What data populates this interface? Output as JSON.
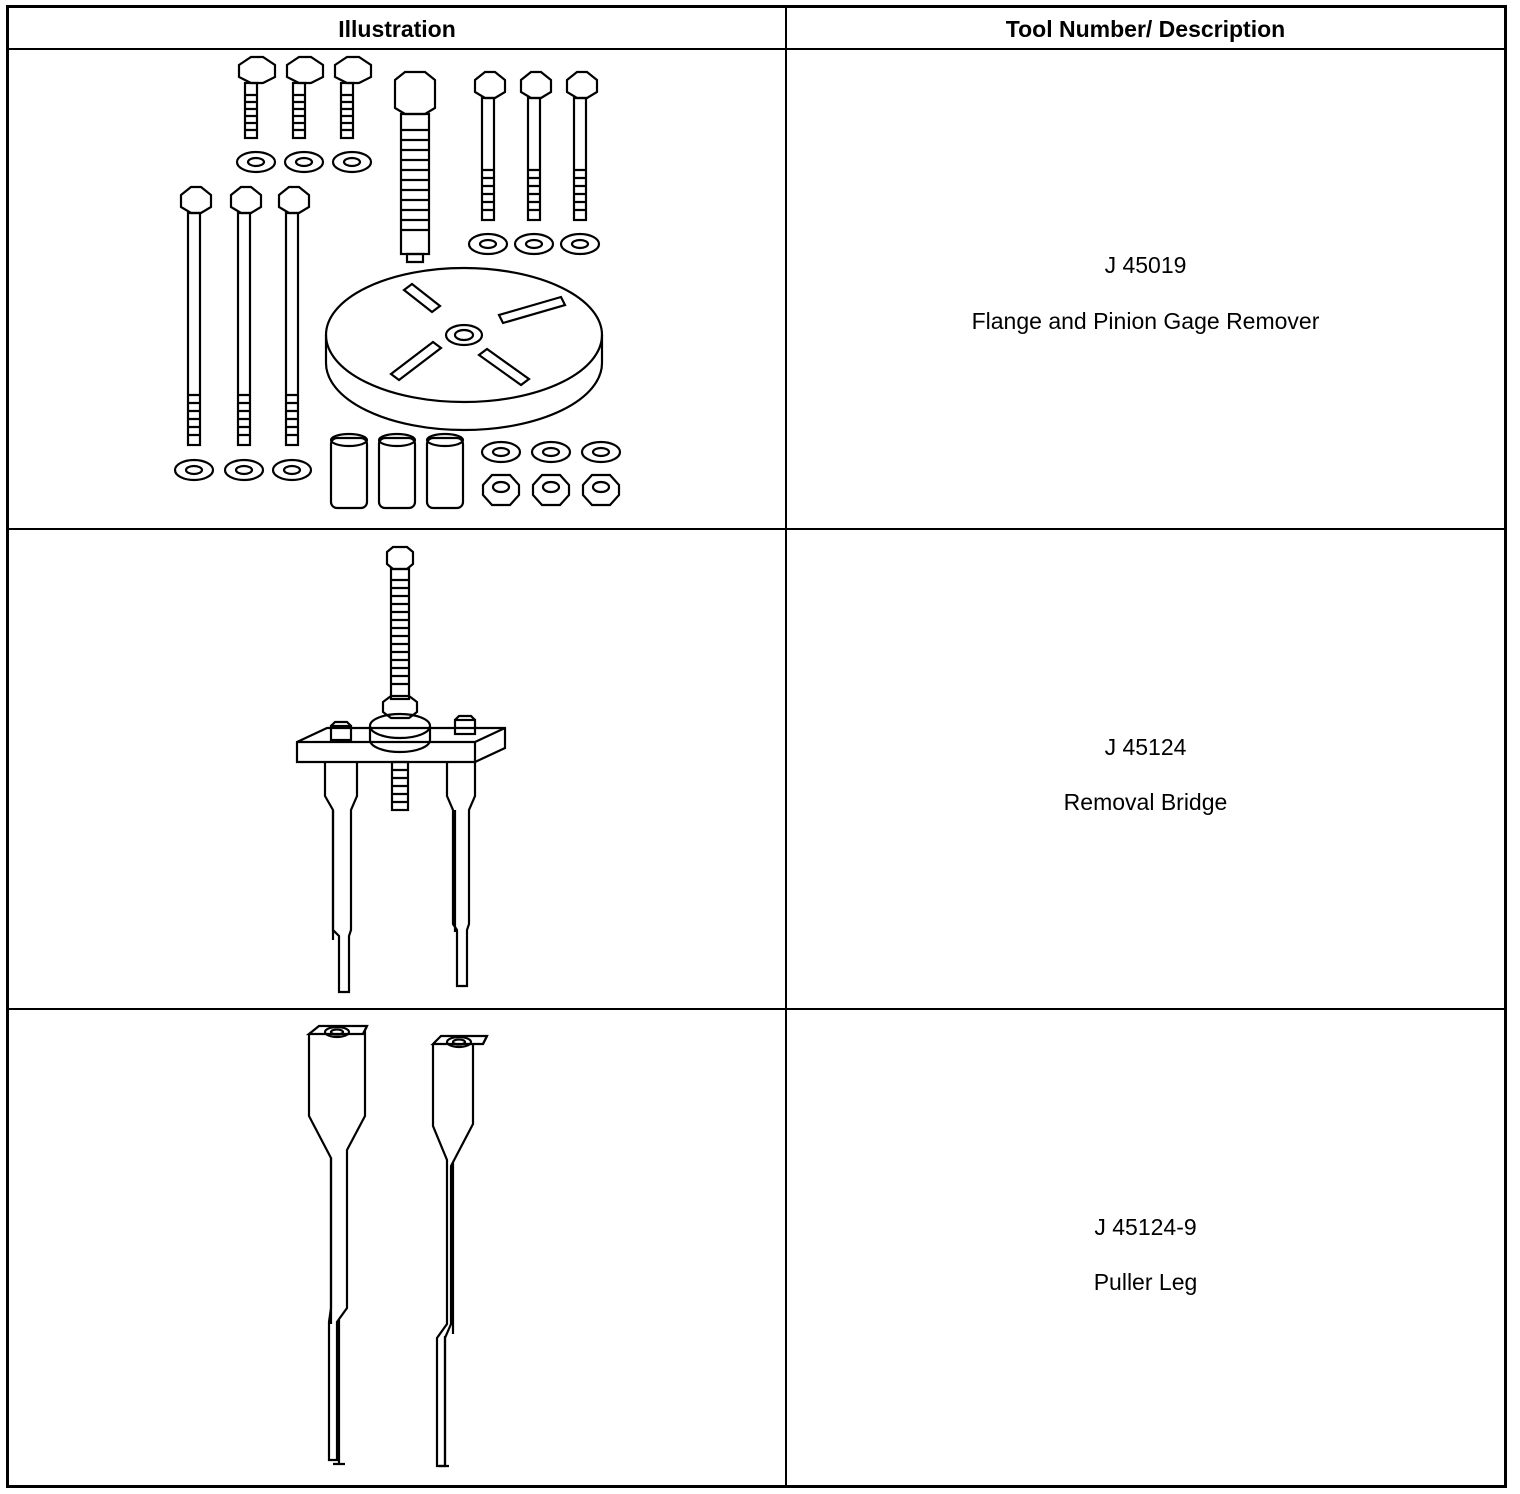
{
  "table": {
    "headers": {
      "illustration": "Illustration",
      "tool": "Tool Number/ Description"
    },
    "rows": [
      {
        "tool_number": "J 45019",
        "description": "Flange and Pinion Gage Remover",
        "illustration_icon": "puller-kit-parts-icon"
      },
      {
        "tool_number": "J 45124",
        "description": "Removal Bridge",
        "illustration_icon": "removal-bridge-icon"
      },
      {
        "tool_number": "J 45124-9",
        "description": "Puller Leg",
        "illustration_icon": "puller-leg-pair-icon"
      }
    ]
  }
}
